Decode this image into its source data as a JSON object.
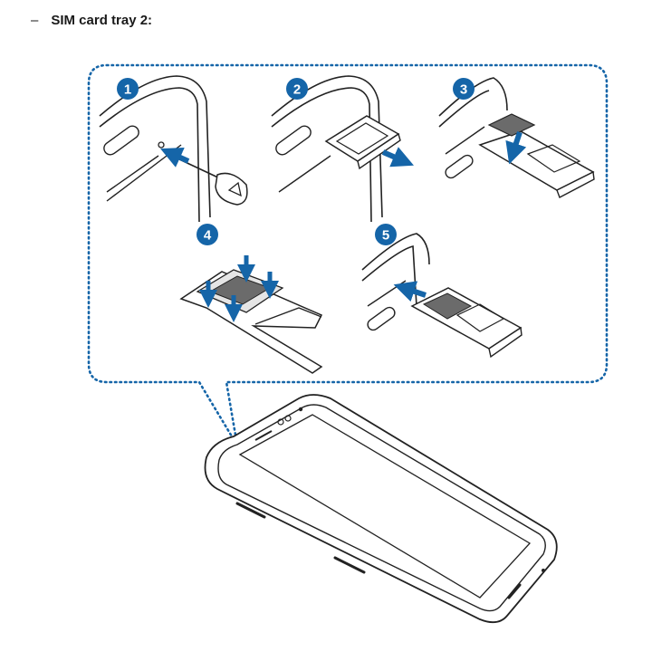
{
  "heading": {
    "dash": "–",
    "title": "SIM card tray 2:"
  },
  "steps": [
    {
      "number": "1"
    },
    {
      "number": "2"
    },
    {
      "number": "3"
    },
    {
      "number": "4"
    },
    {
      "number": "5"
    }
  ],
  "colors": {
    "accent": "#1565a8",
    "line": "#222222",
    "card": "#6b6b6b",
    "tray": "#d9d9d9"
  }
}
